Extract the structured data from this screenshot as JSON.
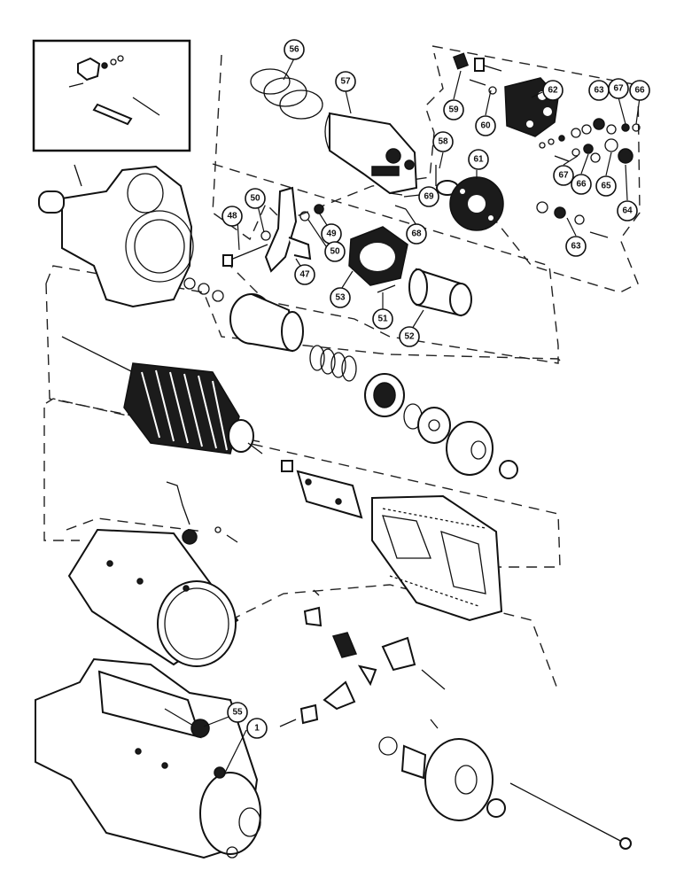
{
  "diagram": {
    "callouts": [
      {
        "id": "c56",
        "label": "56"
      },
      {
        "id": "c57",
        "label": "57"
      },
      {
        "id": "c59",
        "label": "59"
      },
      {
        "id": "c60",
        "label": "60"
      },
      {
        "id": "c62",
        "label": "62"
      },
      {
        "id": "c63a",
        "label": "63"
      },
      {
        "id": "c67a",
        "label": "67"
      },
      {
        "id": "c66a",
        "label": "66"
      },
      {
        "id": "c58",
        "label": "58"
      },
      {
        "id": "c61",
        "label": "61"
      },
      {
        "id": "c69",
        "label": "69"
      },
      {
        "id": "c68",
        "label": "68"
      },
      {
        "id": "c67b",
        "label": "67"
      },
      {
        "id": "c66b",
        "label": "66"
      },
      {
        "id": "c65",
        "label": "65"
      },
      {
        "id": "c64",
        "label": "64"
      },
      {
        "id": "c63b",
        "label": "63"
      },
      {
        "id": "c48",
        "label": "48"
      },
      {
        "id": "c50a",
        "label": "50"
      },
      {
        "id": "c49",
        "label": "49"
      },
      {
        "id": "c50b",
        "label": "50"
      },
      {
        "id": "c47",
        "label": "47"
      },
      {
        "id": "c53",
        "label": "53"
      },
      {
        "id": "c51",
        "label": "51"
      },
      {
        "id": "c52",
        "label": "52"
      },
      {
        "id": "c55",
        "label": "55"
      },
      {
        "id": "c1",
        "label": "1"
      }
    ]
  }
}
